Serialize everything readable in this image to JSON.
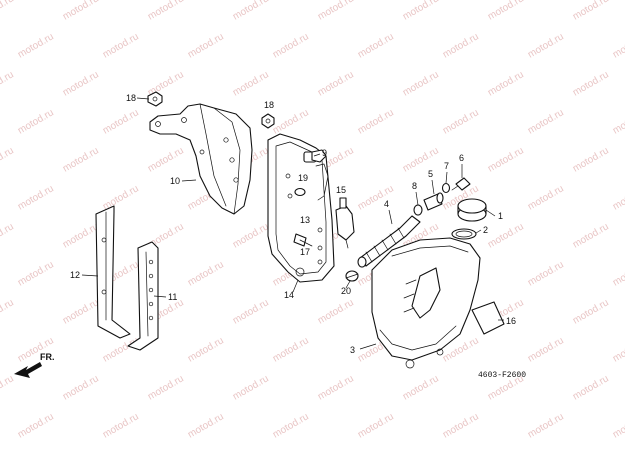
{
  "watermark": "motod.ru",
  "diagram_code": "4603-F2600",
  "direction_label": "FR.",
  "callouts": [
    {
      "id": "c18a",
      "label": "18"
    },
    {
      "id": "c18b",
      "label": "18"
    },
    {
      "id": "c10",
      "label": "10"
    },
    {
      "id": "c9",
      "label": "9"
    },
    {
      "id": "c19",
      "label": "19"
    },
    {
      "id": "c13",
      "label": "13"
    },
    {
      "id": "c15",
      "label": "15"
    },
    {
      "id": "c17",
      "label": "17"
    },
    {
      "id": "c14",
      "label": "14"
    },
    {
      "id": "c12",
      "label": "12"
    },
    {
      "id": "c11",
      "label": "11"
    },
    {
      "id": "c8",
      "label": "8"
    },
    {
      "id": "c7",
      "label": "7"
    },
    {
      "id": "c6",
      "label": "6"
    },
    {
      "id": "c5",
      "label": "5"
    },
    {
      "id": "c4",
      "label": "4"
    },
    {
      "id": "c1",
      "label": "1"
    },
    {
      "id": "c2",
      "label": "2"
    },
    {
      "id": "c20",
      "label": "20"
    },
    {
      "id": "c16",
      "label": "16"
    },
    {
      "id": "c3",
      "label": "3"
    }
  ]
}
